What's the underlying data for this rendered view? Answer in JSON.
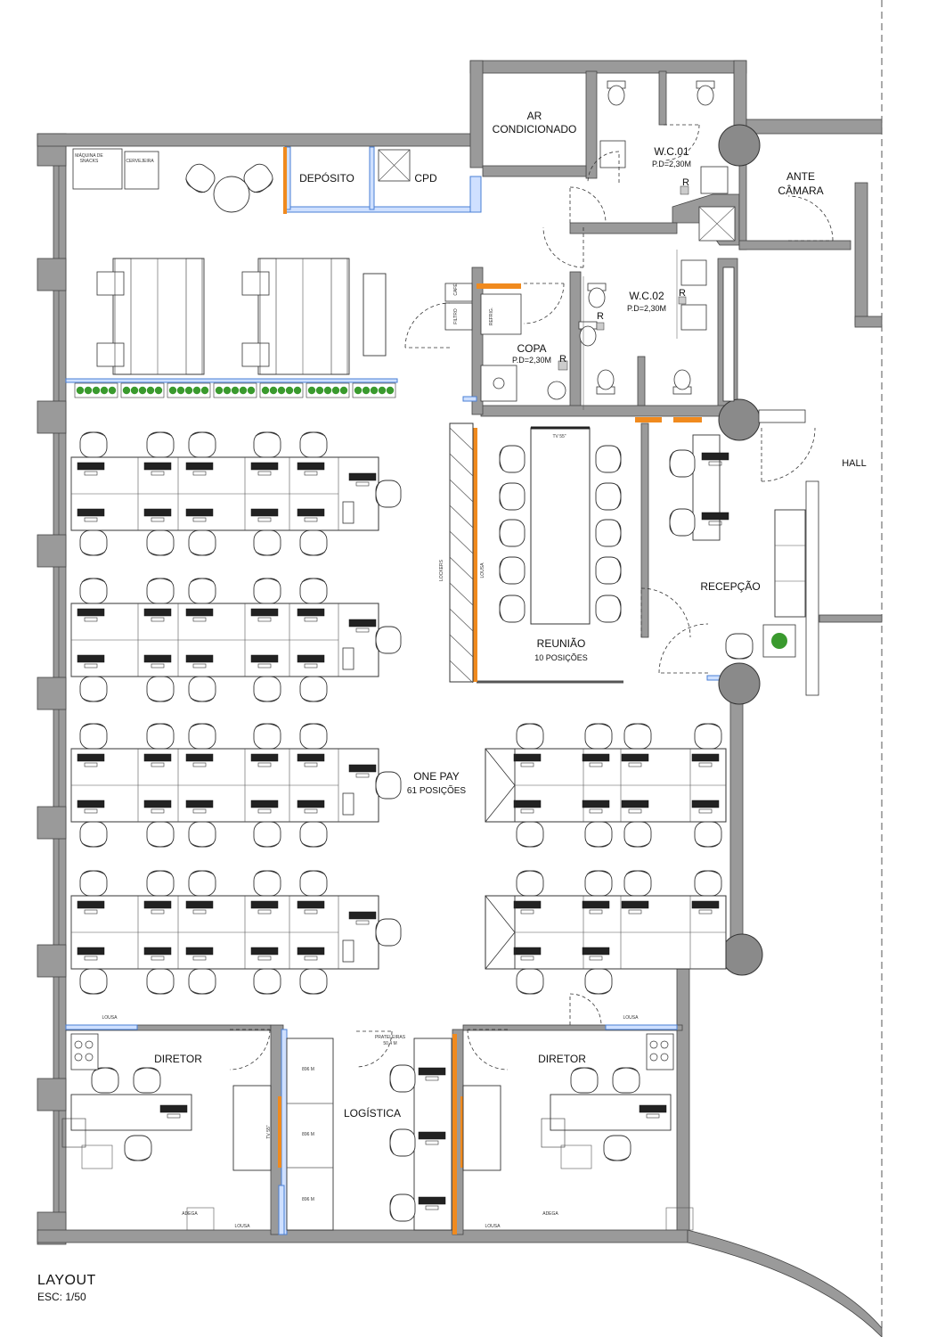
{
  "rooms": {
    "ar": [
      "AR",
      "CONDICIONADO"
    ],
    "wc01": [
      "W.C.01",
      "P.D=2,30M"
    ],
    "wc02": [
      "W.C.02",
      "P.D=2,30M"
    ],
    "ante": [
      "ANTE",
      "CÂMARA"
    ],
    "deposito": "DEPÓSITO",
    "cpd": "CPD",
    "copa": [
      "COPA",
      "P.D=2,30M"
    ],
    "hall": "HALL",
    "recepcao": "RECEPÇÃO",
    "reuniao": [
      "REUNIÃO",
      "10 POSIÇÕES"
    ],
    "onepay": [
      "ONE PAY",
      "61  POSIÇÕES"
    ],
    "diretor_left": "DIRETOR",
    "diretor_right": "DIRETOR",
    "logistica": "LOGÍSTICA"
  },
  "small_labels": {
    "maquina": [
      "MÁQUINA DE",
      "SNACKS"
    ],
    "cervejeira": "CERVEJEIRA",
    "r_mark": "R",
    "lockers": "LOCKERS",
    "lousa": "LOUSA",
    "tv": "TV 55\"",
    "prateleiras": [
      "PRATELEIRAS",
      "50.4 M"
    ],
    "shelf_tag": "896 M",
    "adega": "ADEGA",
    "cafe": "CAFÉ",
    "filtro": "FILTRO",
    "refrig": "REFRIG."
  },
  "footer": {
    "title": "LAYOUT",
    "scale": "ESC: 1/50"
  },
  "colors": {
    "wall": "#9a9a9a",
    "wall_edge": "#444444",
    "glass": "#4a7fd4",
    "orange": "#f08a1e",
    "plant": "#3a9a2e",
    "column": "#8a8a8a"
  }
}
